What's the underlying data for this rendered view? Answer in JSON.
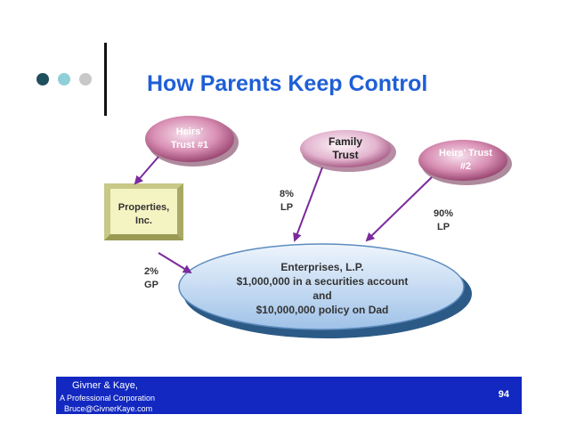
{
  "slide": {
    "title": "How Parents Keep Control",
    "page_number": "94"
  },
  "nodes": {
    "heirs_trust_1": {
      "line1": "Heirs’",
      "line2": "Trust #1"
    },
    "family_trust": {
      "line1": "Family",
      "line2": "Trust"
    },
    "heirs_trust_2": {
      "line1": "Heirs’ Trust",
      "line2": "#2"
    },
    "properties": {
      "line1": "Properties,",
      "line2": "Inc."
    },
    "enterprises": {
      "line1": "Enterprises, L.P.",
      "line2": "$1,000,000 in a securities account",
      "line3": "and",
      "line4": "$10,000,000 policy on Dad"
    }
  },
  "edge_labels": {
    "gp": {
      "pct": "2%",
      "type": "GP"
    },
    "lp8": {
      "pct": "8%",
      "type": "LP"
    },
    "lp90": {
      "pct": "90%",
      "type": "LP"
    }
  },
  "footer": {
    "name": "Givner & Kaye,",
    "corp": "A Professional Corporation",
    "email": "Bruce@GivnerKaye.com"
  },
  "colors": {
    "title": "#1f5fd6",
    "arrow": "#7a2a9c",
    "footer_bg": "#1228c0",
    "bullet_1": "#1f4f5f",
    "bullet_2": "#8fcfd8",
    "bullet_3": "#c8c8c8"
  }
}
